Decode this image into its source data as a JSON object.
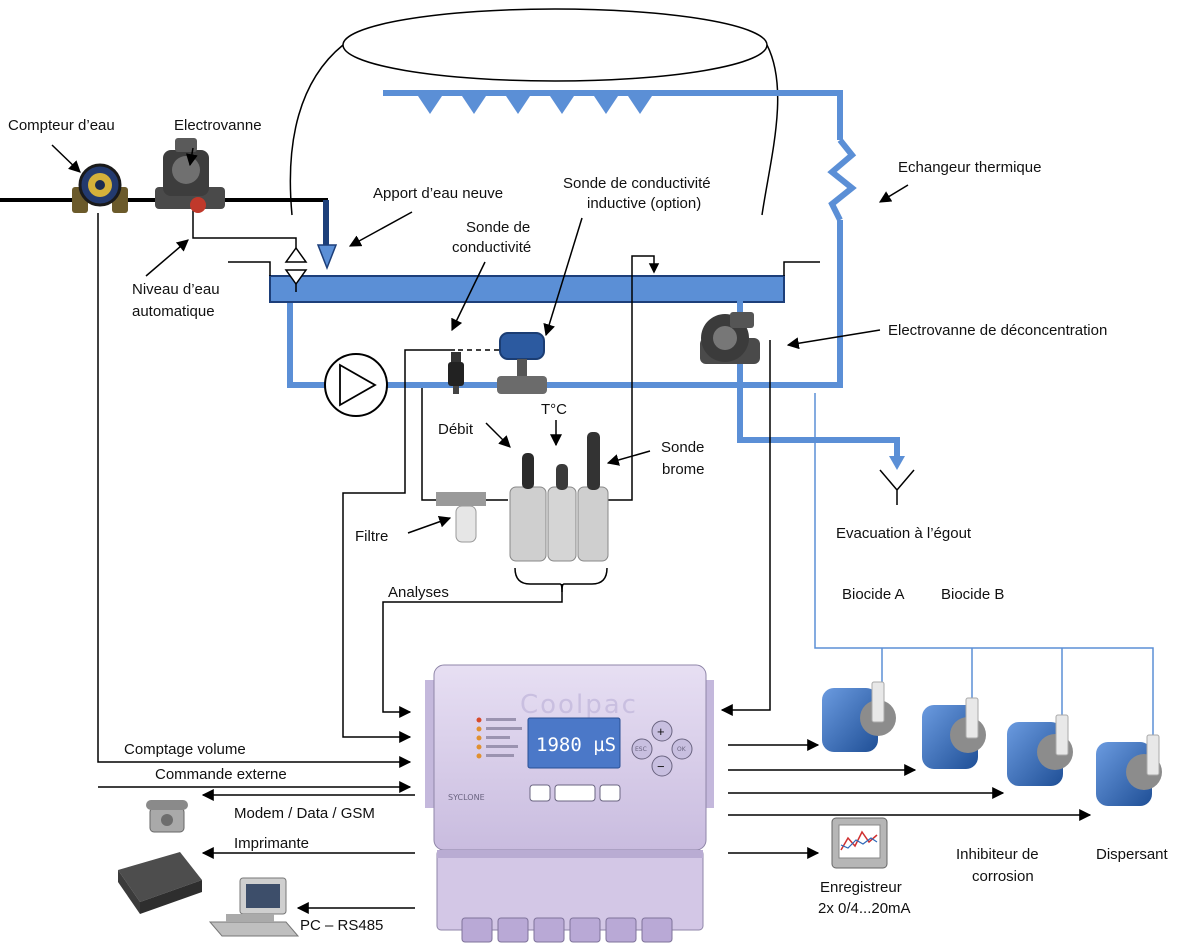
{
  "labels": {
    "water_meter": "Compteur d’eau",
    "solenoid_valve": "Electrovanne",
    "fresh_water_supply": "Apport d’eau neuve",
    "inductive_probe_l1": "Sonde de conductivité",
    "inductive_probe_l2": "inductive (option)",
    "conductivity_probe_l1": "Sonde de",
    "conductivity_probe_l2": "conductivité",
    "heat_exchanger": "Echangeur thermique",
    "auto_level_l1": "Niveau d’eau",
    "auto_level_l2": "automatique",
    "deconcentration_valve": "Electrovanne de déconcentration",
    "temperature": "T°C",
    "flow": "Débit",
    "bromine_probe_l1": "Sonde",
    "bromine_probe_l2": "brome",
    "filter": "Filtre",
    "drain": "Evacuation à l’égout",
    "analyses": "Analyses",
    "biocide_a": "Biocide A",
    "biocide_b": "Biocide B",
    "volume_count": "Comptage volume",
    "external_command": "Commande externe",
    "modem": "Modem / Data / GSM",
    "printer": "Imprimante",
    "pc": "PC – RS485",
    "recorder_l1": "Enregistreur",
    "recorder_l2": "2x 0/4...20mA",
    "inhibitor_l1": "Inhibiteur de",
    "inhibitor_l2": "corrosion",
    "dispersant": "Dispersant"
  },
  "controller": {
    "brand": "Coolpac",
    "display_value": "1980 µS",
    "model": "SYCLONE",
    "plus_key": "+",
    "minus_key": "−",
    "esc_key": "ESC",
    "enter_key": "OK"
  },
  "colors": {
    "pipe_blue": "#5b8fd6",
    "controller_body": "#d8cdea",
    "lcd": "#4b78c8",
    "pump_blue": "#2f68b8",
    "line": "#000000"
  }
}
